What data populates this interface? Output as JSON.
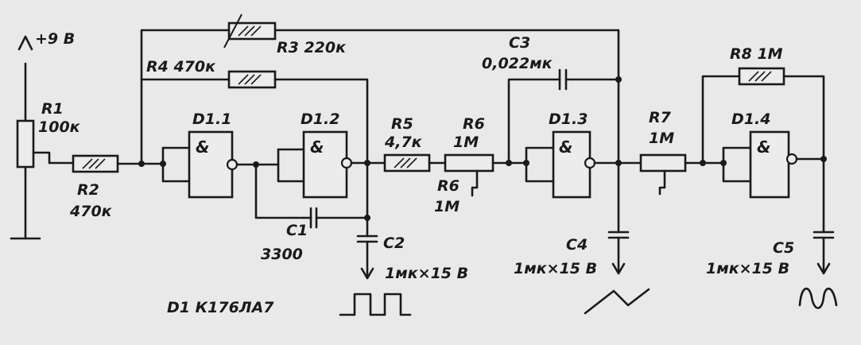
{
  "supply": "+9 В",
  "chip": "D1 К176ЛА7",
  "resistors": {
    "r1_name": "R1",
    "r1_value": "100к",
    "r2_name": "R2",
    "r2_value": "470к",
    "r3": "R3 220к",
    "r4": "R4 470к",
    "r5_name": "R5",
    "r5_value": "4,7к",
    "r6_name": "R6",
    "r6_value": "1М",
    "r6b_name": "R6",
    "r6b_value": "1М",
    "r7_name": "R7",
    "r7_value": "1М",
    "r8": "R8 1М"
  },
  "capacitors": {
    "c1_name": "C1",
    "c1_value": "3300",
    "c2_name": "C2",
    "c2_value": "1мк×15 В",
    "c3_name": "C3",
    "c3_value": "0,022мк",
    "c4_name": "C4",
    "c4_value": "1мк×15 В",
    "c5_name": "C5",
    "c5_value": "1мк×15 В"
  },
  "gates": {
    "d11": "D1.1",
    "d12": "D1.2",
    "d13": "D1.3",
    "d14": "D1.4",
    "symbol": "&"
  },
  "outputs": [
    "square-wave-icon",
    "triangle-wave-icon",
    "sine-wave-icon"
  ]
}
